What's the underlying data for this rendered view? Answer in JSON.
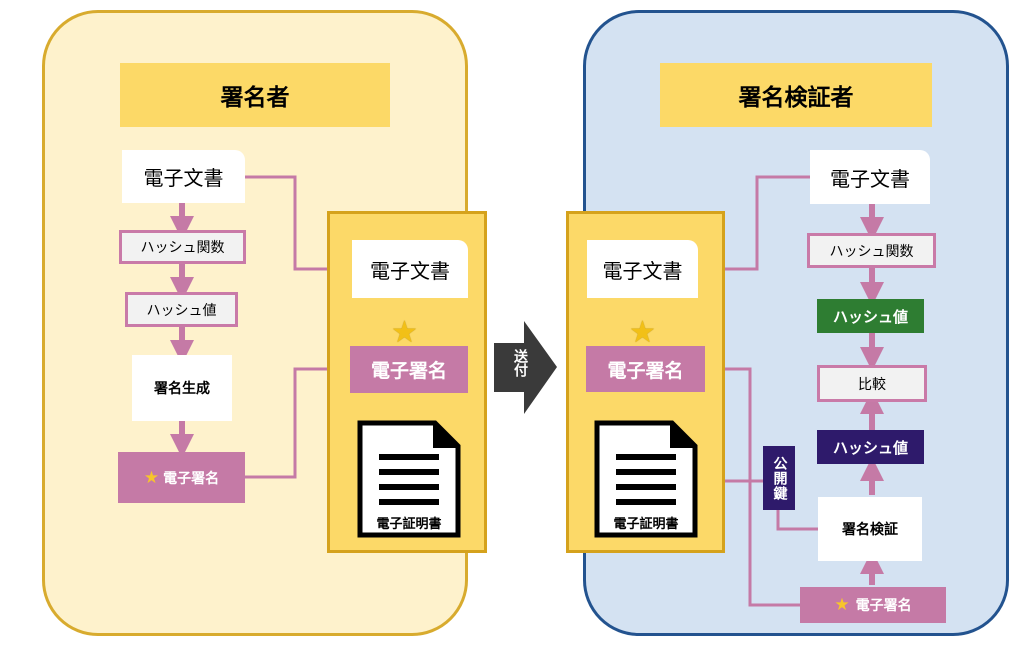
{
  "signer": {
    "title": "署名者",
    "document": "電子文書",
    "hash_function": "ハッシュ関数",
    "hash_value": "ハッシュ値",
    "sign_generation": "署名生成",
    "signature": "電子署名"
  },
  "sent_bundle_left": {
    "document": "電子文書",
    "signature": "電子署名",
    "certificate": "電子証明書"
  },
  "send_arrow": {
    "label": "送付"
  },
  "sent_bundle_right": {
    "document": "電子文書",
    "signature": "電子署名",
    "certificate": "電子証明書"
  },
  "verifier": {
    "title": "署名検証者",
    "document": "電子文書",
    "hash_function": "ハッシュ関数",
    "hash_value_1": "ハッシュ値",
    "compare": "比較",
    "hash_value_2": "ハッシュ値",
    "public_key": "公開鍵",
    "verify": "署名検証",
    "signature": "電子署名"
  },
  "colors": {
    "signer_panel": "#fef2cc",
    "verifier_panel": "#d4e2f2",
    "signature": "#c57aa6",
    "hash_green": "#2e7d32",
    "hash_purple": "#2e1a6b"
  }
}
